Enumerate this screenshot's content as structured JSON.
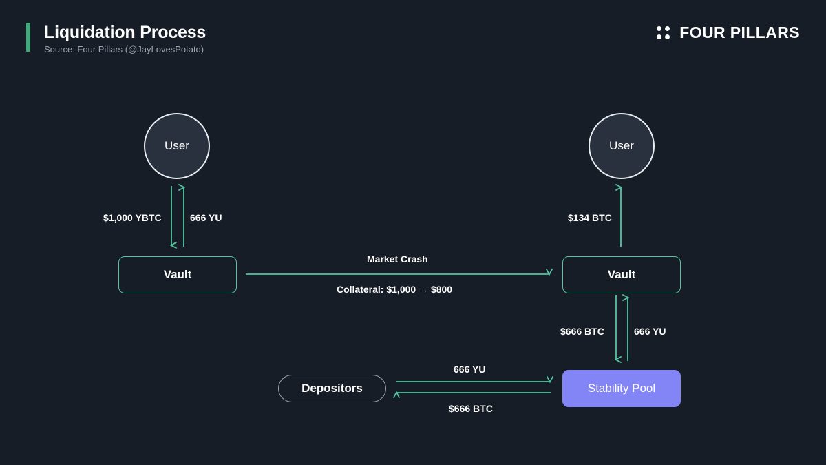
{
  "header": {
    "title": "Liquidation Process",
    "source": "Source: Four Pillars (@JayLovesPotato)",
    "brand": "FOUR PILLARS",
    "accent_color": "#41a97c"
  },
  "theme": {
    "background": "#161d26",
    "arrow_green": "#52c6a0",
    "node_purple": "#8384f5",
    "circle_fill": "#29303e",
    "circle_border": "#e8edf2",
    "pill_border": "#9ba5b0",
    "text": "#ffffff",
    "muted_text": "#9aa6b2"
  },
  "diagram": {
    "nodes": [
      {
        "id": "user-left",
        "label": "User",
        "shape": "circle"
      },
      {
        "id": "vault-left",
        "label": "Vault",
        "shape": "rounded-rect-outline"
      },
      {
        "id": "user-right",
        "label": "User",
        "shape": "circle"
      },
      {
        "id": "vault-right",
        "label": "Vault",
        "shape": "rounded-rect-outline"
      },
      {
        "id": "depositors",
        "label": "Depositors",
        "shape": "pill-outline"
      },
      {
        "id": "stability-pool",
        "label": "Stability Pool",
        "shape": "rounded-rect-filled"
      }
    ],
    "edges": [
      {
        "id": "user-to-vault-left",
        "label": "$1,000 YBTC",
        "direction": "down"
      },
      {
        "id": "vault-to-user-left",
        "label": "666 YU",
        "direction": "up"
      },
      {
        "id": "market-crash",
        "label": "Market Crash",
        "direction": "right"
      },
      {
        "id": "collateral-change",
        "label": "Collateral: $1,000 → $800",
        "direction": "right"
      },
      {
        "id": "vault-to-user-right",
        "label": "$134 BTC",
        "direction": "up"
      },
      {
        "id": "vault-to-pool-btc",
        "label": "$666 BTC",
        "direction": "down"
      },
      {
        "id": "pool-to-vault-yu",
        "label": "666 YU",
        "direction": "up"
      },
      {
        "id": "depositors-to-pool-yu",
        "label": "666 YU",
        "direction": "right"
      },
      {
        "id": "pool-to-depositors-btc",
        "label": "$666 BTC",
        "direction": "left"
      }
    ]
  }
}
